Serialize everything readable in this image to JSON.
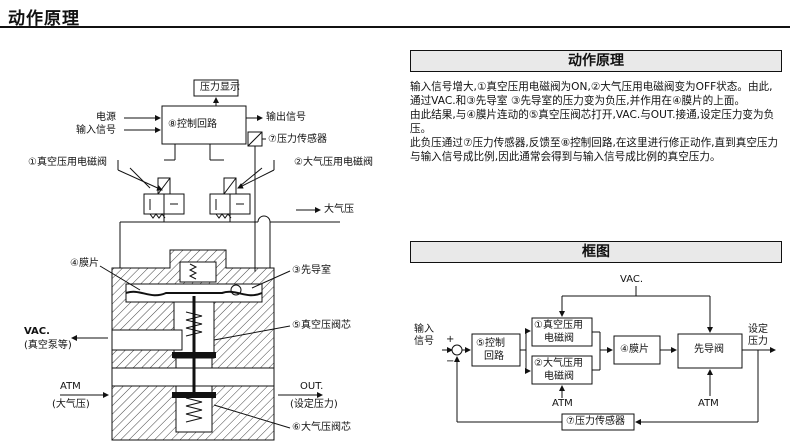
{
  "page": {
    "title": "动作原理"
  },
  "diagram": {
    "pressure_display": "压力显示",
    "power": "电源",
    "input_signal": "输入信号",
    "control_circuit": "⑧控制回路",
    "output_signal": "输出信号",
    "pressure_sensor": "⑦压力传感器",
    "vacuum_valve": "①真空压用电磁阀",
    "atm_valve": "②大气压用电磁阀",
    "atmosphere": "大气压",
    "diaphragm": "④膜片",
    "pilot_chamber": "③先导室",
    "vac_valve_core": "⑤真空压阀芯",
    "vac_port": "VAC.",
    "vac_port_sub": "(真空泵等)",
    "atm_port": "ATM",
    "atm_port_sub": "(大气压)",
    "out_port": "OUT.",
    "out_port_sub": "(设定压力)",
    "atm_valve_core": "⑥大气压阀芯"
  },
  "principle": {
    "heading": "动作原理",
    "paragraphs": [
      "输入信号增大,①真空压用电磁阀为ON,②大气压用电磁阀变为OFF状态。由此,通过VAC.和③先导室 ③先导室的压力变为负压,并作用在④膜片的上面。",
      "由此结果,与④膜片连动的⑤真空压阀芯打开,VAC.与OUT.接通,设定压力变为负压。",
      "此负压通过⑦压力传感器,反馈至⑧控制回路,在这里进行修正动作,直到真空压力与输入信号成比例,因此通常会得到与输入信号成比例的真空压力。"
    ]
  },
  "block_diagram": {
    "heading": "框图",
    "vac": "VAC.",
    "input_1": "输入",
    "input_2": "信号",
    "plus": "+",
    "minus": "−",
    "control_1": "⑤控制",
    "control_2": "回路",
    "valve1_1": "①真空压用",
    "valve1_2": "电磁阀",
    "valve2_1": "②大气压用",
    "valve2_2": "电磁阀",
    "diaphragm": "④膜片",
    "pilot": "先导阀",
    "output_1": "设定",
    "output_2": "压力",
    "atm_left": "ATM",
    "atm_right": "ATM",
    "sensor": "⑦压力传感器"
  }
}
